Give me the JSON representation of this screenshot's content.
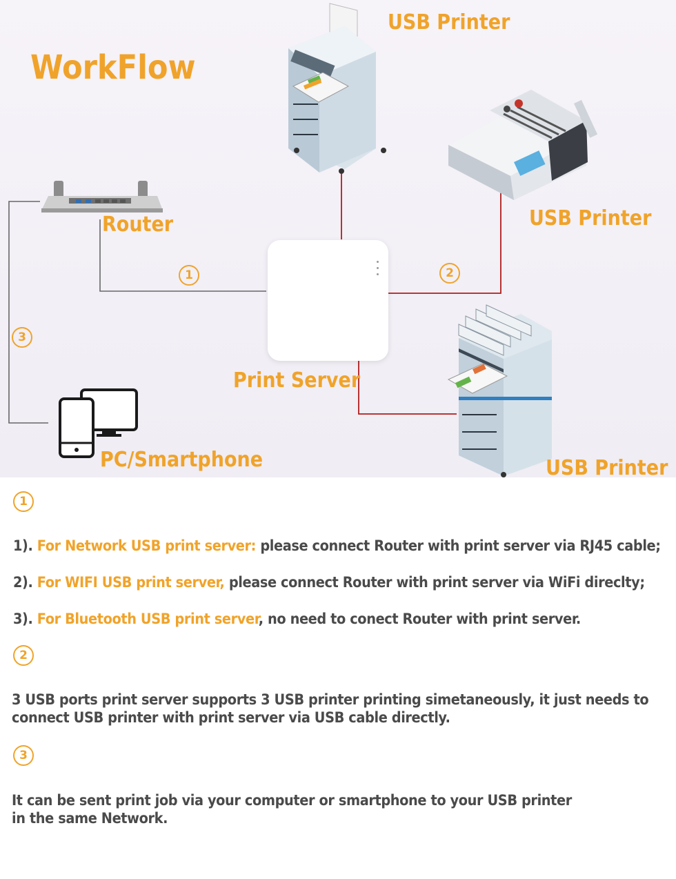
{
  "diagram": {
    "title": "WorkFlow",
    "labels": {
      "usb_printer_top": "USB Printer",
      "usb_printer_right": "USB Printer",
      "usb_printer_bottom": "USB Printer",
      "router": "Router",
      "print_server": "Print Server",
      "pc_smartphone": "PC/Smartphone"
    },
    "badges": {
      "one": "1",
      "two": "2",
      "three": "3"
    },
    "colors": {
      "accent": "#f0a32a",
      "usb_link": "#b01c1c",
      "network_link": "#555555"
    }
  },
  "notes": {
    "sec1": {
      "badge": "1",
      "lines": [
        {
          "prefix": "1). ",
          "highlight": "For Network USB print server:",
          "rest": " please connect Router with print server via RJ45 cable;"
        },
        {
          "prefix": "2). ",
          "highlight": "For WIFI USB print server,",
          "rest": " please connect Router with print server via WiFi direclty;"
        },
        {
          "prefix": "3). ",
          "highlight": "For Bluetooth USB print server",
          "rest": ", no need to conect Router with print server."
        }
      ]
    },
    "sec2": {
      "badge": "2",
      "text": "3 USB ports print server supports 3 USB printer printing simetaneously, it just needs to connect USB printer with print server via USB cable directly."
    },
    "sec3": {
      "badge": "3",
      "text": "It can be sent print job via your computer or smartphone to your USB printer in the same Network."
    }
  }
}
